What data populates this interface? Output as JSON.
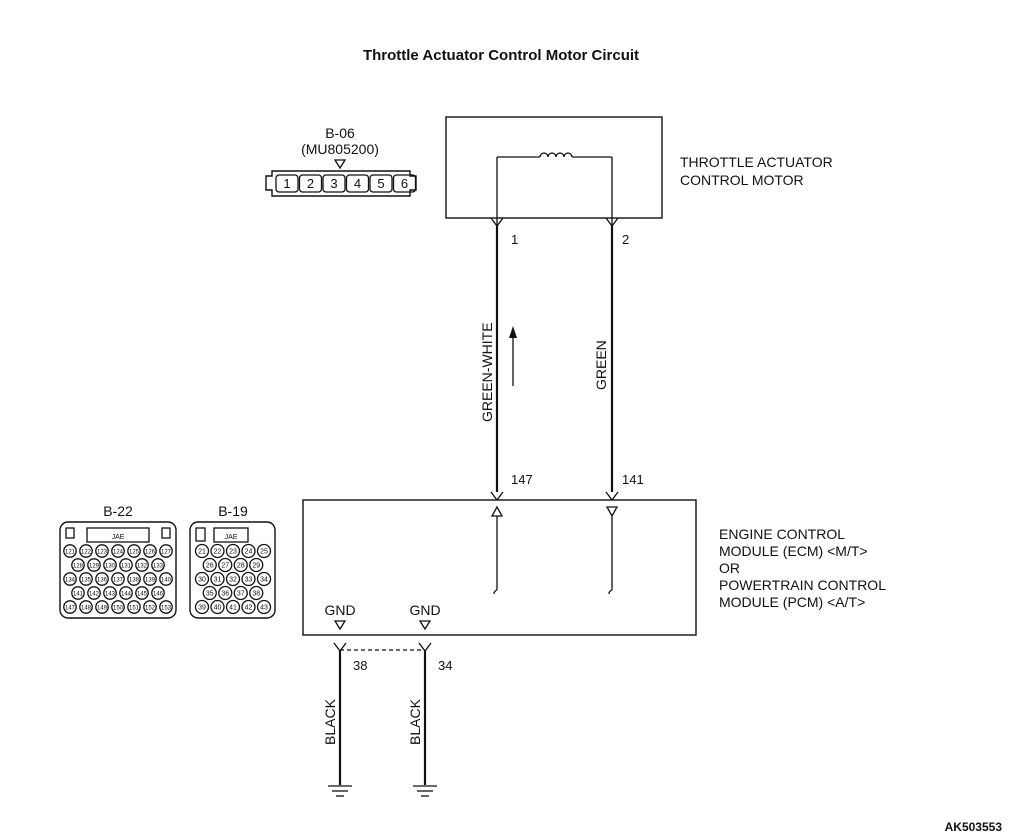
{
  "title": "Throttle Actuator Control Motor Circuit",
  "code": "AK503553",
  "motor": {
    "name_line1": "THROTTLE ACTUATOR",
    "name_line2": "CONTROL MOTOR",
    "pin_left": "1",
    "pin_right": "2"
  },
  "connector_b06": {
    "name": "B-06",
    "part": "(MU805200)",
    "pins": [
      "1",
      "2",
      "3",
      "4",
      "5",
      "6"
    ]
  },
  "wires": {
    "left": "GREEN-WHITE",
    "right": "GREEN",
    "gnd_left": "BLACK",
    "gnd_right": "BLACK"
  },
  "ecm": {
    "line1": "ENGINE CONTROL",
    "line2": "MODULE (ECM) <M/T>",
    "line3": "OR",
    "line4": "POWERTRAIN CONTROL",
    "line5": "MODULE (PCM) <A/T>",
    "pin_left": "147",
    "pin_right": "141",
    "gnd_label_left": "GND",
    "gnd_label_right": "GND",
    "gnd_pin_left": "38",
    "gnd_pin_right": "34"
  },
  "connector_b22": {
    "name": "B-22",
    "maker": "JAE",
    "rows": [
      [
        "121",
        "122",
        "123",
        "124",
        "125",
        "126",
        "127"
      ],
      [
        "128",
        "129",
        "130",
        "131",
        "132",
        "133"
      ],
      [
        "134",
        "135",
        "136",
        "137",
        "138",
        "139",
        "140"
      ],
      [
        "141",
        "142",
        "143",
        "144",
        "145",
        "146"
      ],
      [
        "147",
        "148",
        "149",
        "150",
        "151",
        "152",
        "153"
      ]
    ]
  },
  "connector_b19": {
    "name": "B-19",
    "maker": "JAE",
    "rows": [
      [
        "21",
        "22",
        "23",
        "24",
        "25"
      ],
      [
        "26",
        "27",
        "28",
        "29"
      ],
      [
        "30",
        "31",
        "32",
        "33",
        "34"
      ],
      [
        "35",
        "36",
        "37",
        "38"
      ],
      [
        "39",
        "40",
        "41",
        "42",
        "43"
      ]
    ]
  }
}
